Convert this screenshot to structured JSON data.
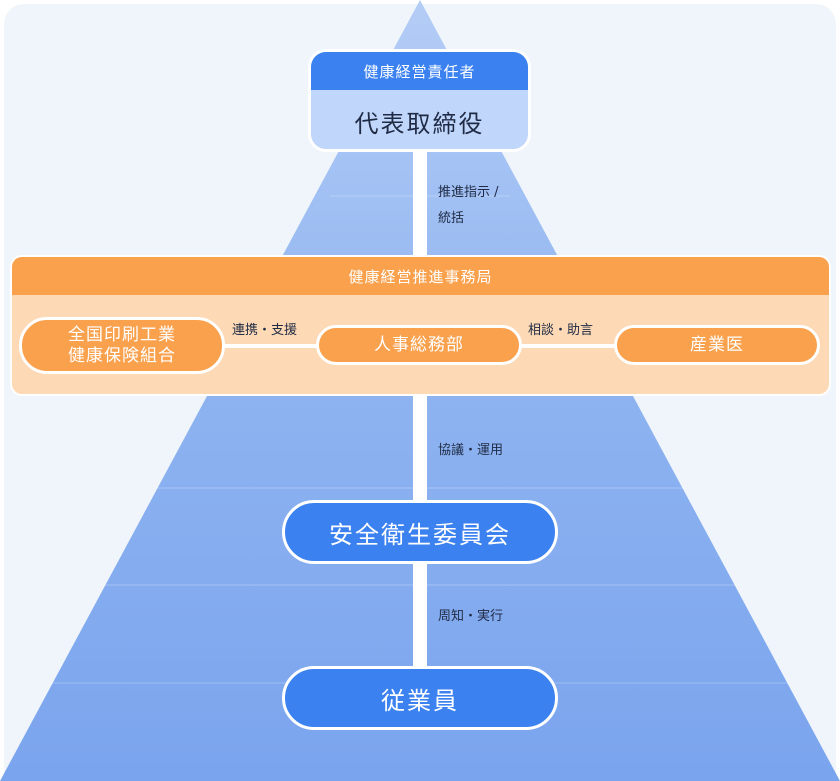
{
  "top_box": {
    "header": "健康経営責任者",
    "title": "代表取締役"
  },
  "edges": {
    "promote": [
      "推進指示 /",
      "統括"
    ],
    "cooperate": "連携・支援",
    "consult": "相談・助言",
    "deliberate": "協議・運用",
    "inform": "周知・実行"
  },
  "office": {
    "header": "健康経営推進事務局",
    "union": [
      "全国印刷工業",
      "健康保険組合"
    ],
    "hr": "人事総務部",
    "doctor": "産業医"
  },
  "committee": "安全衛生委員会",
  "employees": "従業員",
  "colors": {
    "primary_blue": "#3b82f0",
    "orange": "#f9a14d",
    "light_orange": "#fdd9b5"
  }
}
